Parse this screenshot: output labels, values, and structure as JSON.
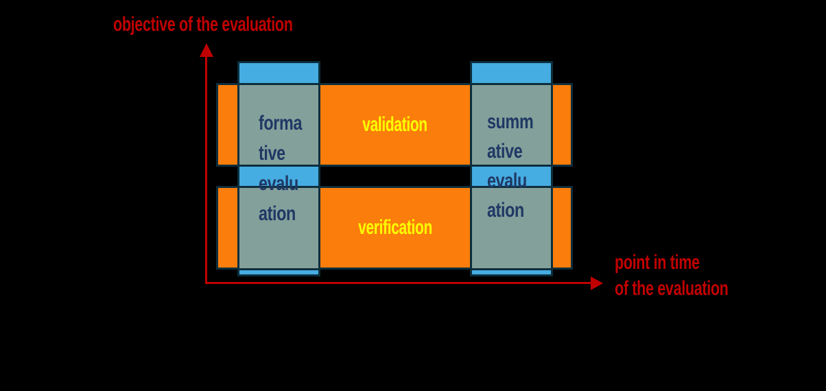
{
  "palette": {
    "background": "#000000",
    "axis_red": "#C00000",
    "band_orange": "#FB7D0B",
    "bar_blue": "#46ADE2",
    "bar_overlap_gray": "#84A09B",
    "border_dark": "#0C2E3C",
    "bar_text_navy": "#1F3864",
    "band_text_yellow": "#FCFF00"
  },
  "title": {
    "text": "objective of the evaluation"
  },
  "x_axis_label": {
    "line1": "point in time",
    "line2": "of the evaluation"
  },
  "bands": {
    "validation": "validation",
    "verification": "verification"
  },
  "bars": {
    "formative": {
      "lines": [
        "forma",
        "tive",
        "evalu",
        "ation"
      ]
    },
    "summative": {
      "lines": [
        "summ",
        "ative",
        "evalu",
        "ation"
      ]
    }
  }
}
